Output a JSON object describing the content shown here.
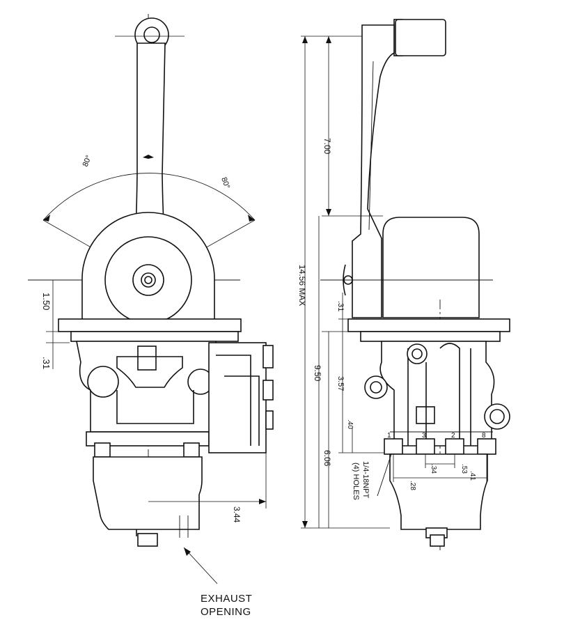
{
  "dimensions": {
    "lever_swing_left": "80°",
    "lever_swing_right": "80°",
    "pivot_height": "1.50",
    "flange_thickness": ".31",
    "valve_offset": "3.44",
    "overall_height": "14.56 MAX",
    "lever_length": "7.00",
    "body_height": "9.50",
    "top_flange": ".31",
    "body_to_ports": "3.57",
    "port_height": ".40",
    "base_to_top": "6.06",
    "port_spacing_a": ".28",
    "port_spacing_b": ".34",
    "port_spacing_c": ".53",
    "port_spacing_d": ".41"
  },
  "port_labels": [
    "1",
    "3",
    "2",
    "8"
  ],
  "port_note": [
    "1/4-18NPT",
    "(4) HOLES"
  ],
  "exhaust_label": [
    "EXHAUST",
    "OPENING"
  ],
  "colors": {
    "ink": "#111111",
    "paper": "#ffffff"
  }
}
